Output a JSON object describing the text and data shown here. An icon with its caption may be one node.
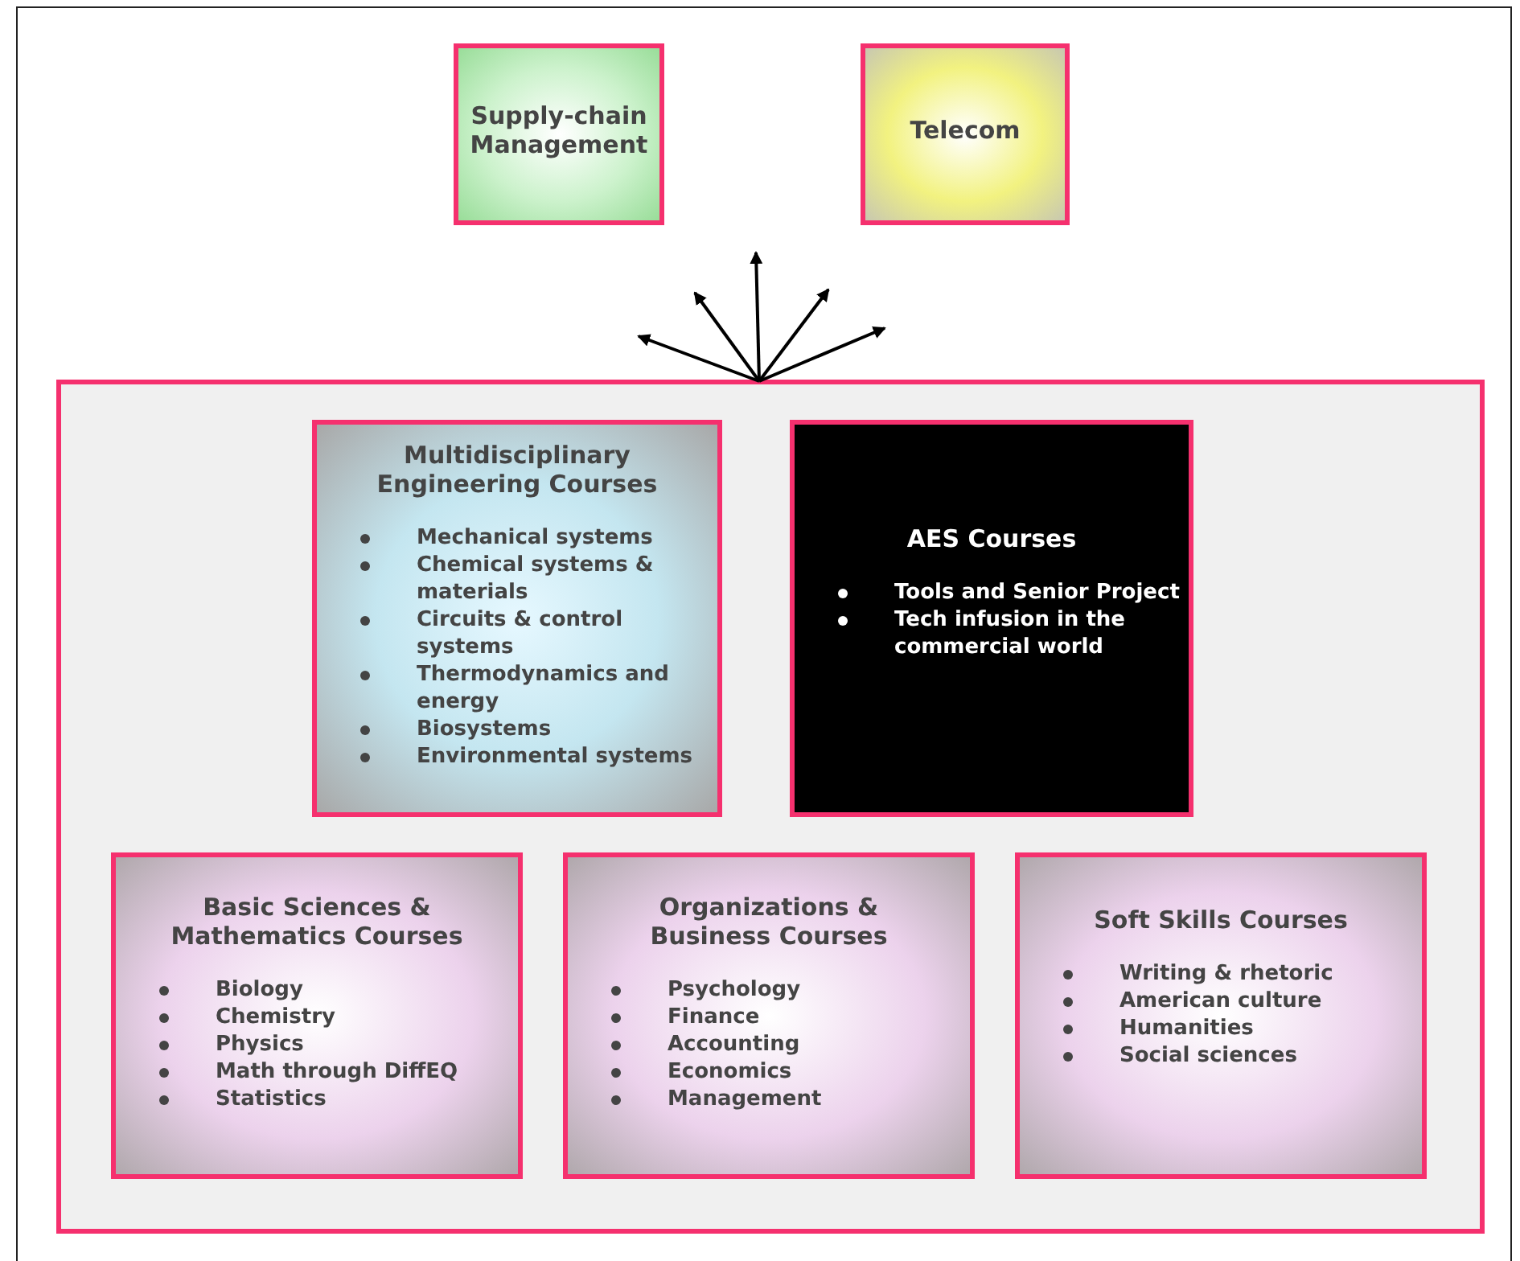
{
  "diagram": {
    "nodes": [
      {
        "text": [
          "Supply-chain Management"
        ]
      },
      {
        "text": [
          "Telecom"
        ]
      },
      {
        "text": [],
        "shape": "box"
      },
      {
        "text": [
          "Multidisciplinary Engineering Courses",
          "Mechanical systems",
          "Chemical systems & materials",
          "Circuits & control systems",
          "Thermodynamics and energy",
          "Biosystems",
          "Environmental systems"
        ],
        "in": 2
      },
      {
        "text": [
          "AES Courses",
          "Tools and Senior Project",
          "Tech infusion in the commercial world"
        ],
        "in": 2
      },
      {
        "text": [
          "Basic Sciences & Mathematics Courses",
          "Biology",
          "Chemistry",
          "Physics",
          "Math through DiffEQ",
          "Statistics"
        ],
        "in": 2
      },
      {
        "text": [
          "Organizations & Business Courses",
          "Psychology",
          "Finance",
          "Accounting",
          "Economics",
          "Management"
        ],
        "in": 2
      },
      {
        "text": [
          "Soft Skills Courses",
          "Writing & rhetoric",
          "American culture",
          "Humanities",
          "Social sciences"
        ],
        "in": 2
      }
    ],
    "edges": [
      {
        "from": 2,
        "to": null,
        "arrow": "to"
      },
      {
        "from": 2,
        "to": null,
        "arrow": "to"
      },
      {
        "from": 2,
        "to": null,
        "arrow": "to"
      },
      {
        "from": 2,
        "to": null,
        "arrow": "to"
      },
      {
        "from": 2,
        "to": null,
        "arrow": "to"
      }
    ]
  }
}
